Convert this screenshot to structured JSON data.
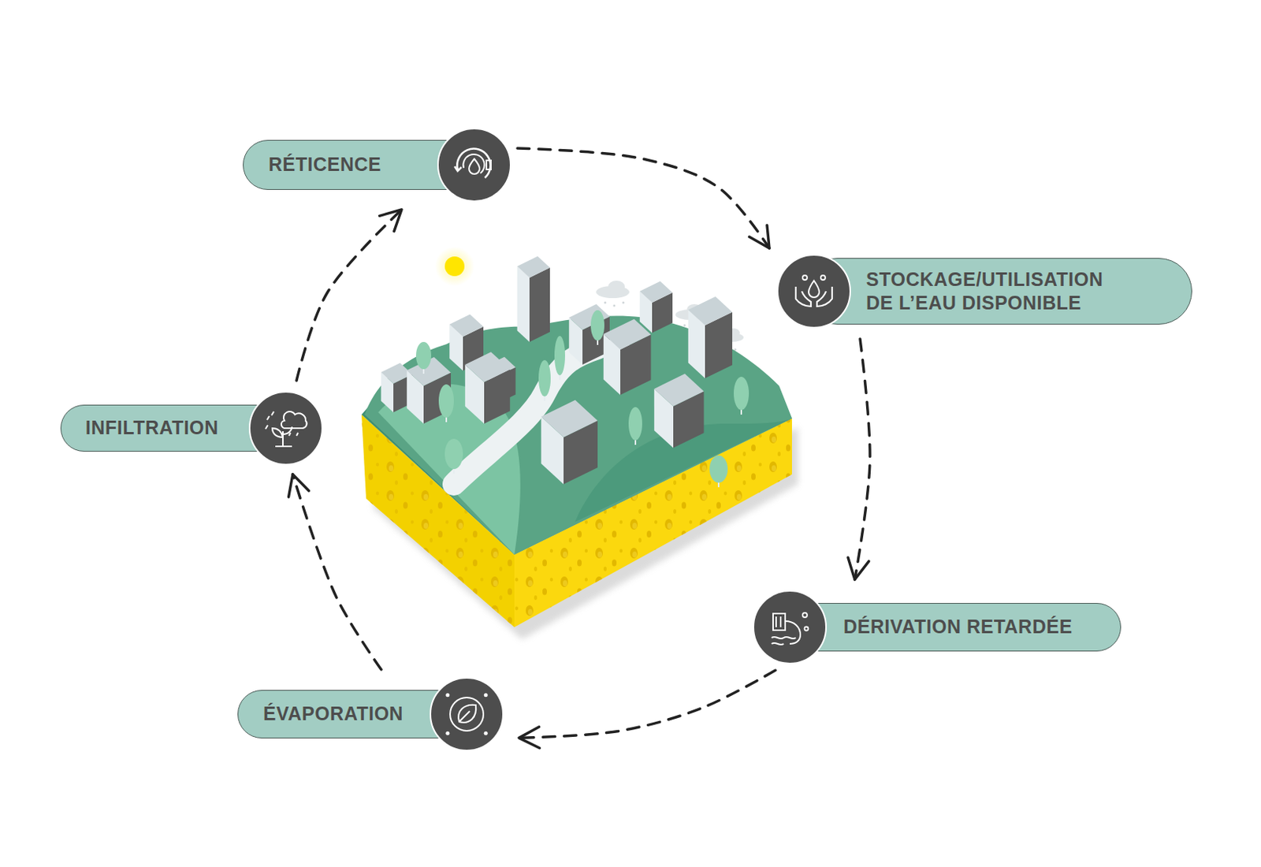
{
  "diagram": {
    "nodes": [
      {
        "text": [
          "RÉTICENCE"
        ]
      },
      {
        "text": [
          "STOCKAGE/UTILISATION DE L’EAU DISPONIBLE"
        ]
      },
      {
        "text": [
          "INFILTRATION"
        ]
      },
      {
        "text": [
          "DÉRIVATION RETARDÉE"
        ]
      },
      {
        "text": [
          "ÉVAPORATION"
        ]
      }
    ],
    "edges": [
      {
        "from": 0,
        "to": 1,
        "arrow": "to"
      },
      {
        "from": 1,
        "to": 3,
        "arrow": "to"
      },
      {
        "from": 3,
        "to": 4,
        "arrow": "to"
      },
      {
        "from": 4,
        "to": 2,
        "arrow": "to"
      },
      {
        "from": 2,
        "to": 0,
        "arrow": "to"
      }
    ]
  }
}
